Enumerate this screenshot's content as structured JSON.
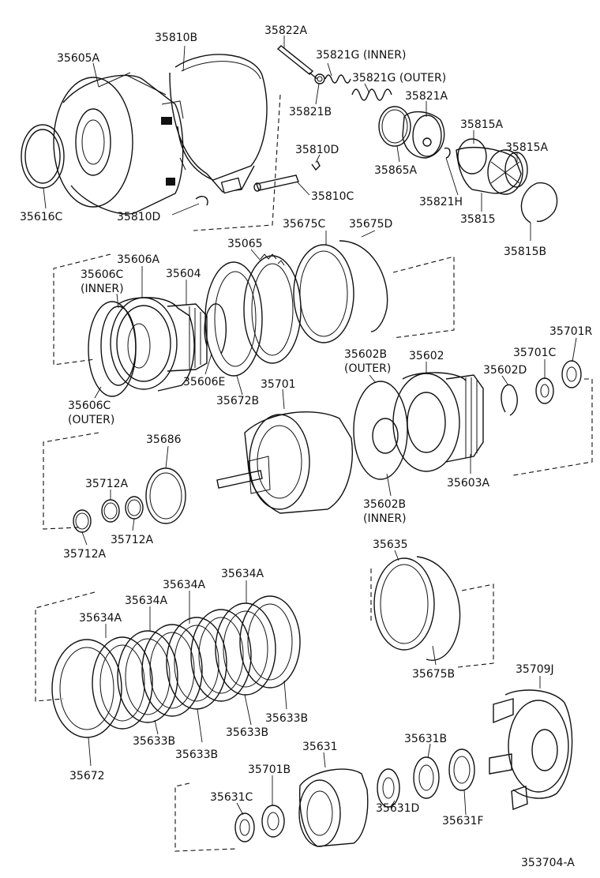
{
  "diagram": {
    "ref_code": "353704-A",
    "labels": [
      {
        "id": "l1",
        "text": "35605A"
      },
      {
        "id": "l2",
        "text": "35810B"
      },
      {
        "id": "l3",
        "text": "35822A"
      },
      {
        "id": "l4",
        "text": "35821G (INNER)"
      },
      {
        "id": "l5",
        "text": "35821G (OUTER)"
      },
      {
        "id": "l6",
        "text": "35821A"
      },
      {
        "id": "l7",
        "text": "35821B"
      },
      {
        "id": "l8",
        "text": "35815A"
      },
      {
        "id": "l9",
        "text": "35815A"
      },
      {
        "id": "l10",
        "text": "35810D"
      },
      {
        "id": "l11",
        "text": "35865A"
      },
      {
        "id": "l12",
        "text": "35821H"
      },
      {
        "id": "l13",
        "text": "35815"
      },
      {
        "id": "l14",
        "text": "35810C"
      },
      {
        "id": "l15",
        "text": "35616C"
      },
      {
        "id": "l16",
        "text": "35810D"
      },
      {
        "id": "l17",
        "text": "35815B"
      },
      {
        "id": "l18",
        "text": "35675C"
      },
      {
        "id": "l19",
        "text": "35675D"
      },
      {
        "id": "l20",
        "text": "35065"
      },
      {
        "id": "l21",
        "text": "35606A"
      },
      {
        "id": "l22",
        "text": "35606C"
      },
      {
        "id": "l23",
        "text": "(INNER)"
      },
      {
        "id": "l24",
        "text": "35604"
      },
      {
        "id": "l25",
        "text": "35701R"
      },
      {
        "id": "l26",
        "text": "35701C"
      },
      {
        "id": "l27",
        "text": "35602B"
      },
      {
        "id": "l28",
        "text": "(OUTER)"
      },
      {
        "id": "l29",
        "text": "35602"
      },
      {
        "id": "l30",
        "text": "35602D"
      },
      {
        "id": "l31",
        "text": "35701"
      },
      {
        "id": "l32",
        "text": "35606E"
      },
      {
        "id": "l33",
        "text": "35672B"
      },
      {
        "id": "l34",
        "text": "35606C"
      },
      {
        "id": "l35",
        "text": "(OUTER)"
      },
      {
        "id": "l36",
        "text": "35686"
      },
      {
        "id": "l37",
        "text": "35603A"
      },
      {
        "id": "l38",
        "text": "35712A"
      },
      {
        "id": "l39",
        "text": "35602B"
      },
      {
        "id": "l40",
        "text": "(INNER)"
      },
      {
        "id": "l41",
        "text": "35712A"
      },
      {
        "id": "l42",
        "text": "35712A"
      },
      {
        "id": "l43",
        "text": "35635"
      },
      {
        "id": "l44",
        "text": "35634A"
      },
      {
        "id": "l45",
        "text": "35634A"
      },
      {
        "id": "l46",
        "text": "35634A"
      },
      {
        "id": "l47",
        "text": "35634A"
      },
      {
        "id": "l48",
        "text": "35675B"
      },
      {
        "id": "l49",
        "text": "35709J"
      },
      {
        "id": "l50",
        "text": "35633B"
      },
      {
        "id": "l51",
        "text": "35633B"
      },
      {
        "id": "l52",
        "text": "35633B"
      },
      {
        "id": "l53",
        "text": "35633B"
      },
      {
        "id": "l54",
        "text": "35672"
      },
      {
        "id": "l55",
        "text": "35631"
      },
      {
        "id": "l56",
        "text": "35631B"
      },
      {
        "id": "l57",
        "text": "35701B"
      },
      {
        "id": "l58",
        "text": "35631C"
      },
      {
        "id": "l59",
        "text": "35631D"
      },
      {
        "id": "l60",
        "text": "35631F"
      }
    ]
  }
}
